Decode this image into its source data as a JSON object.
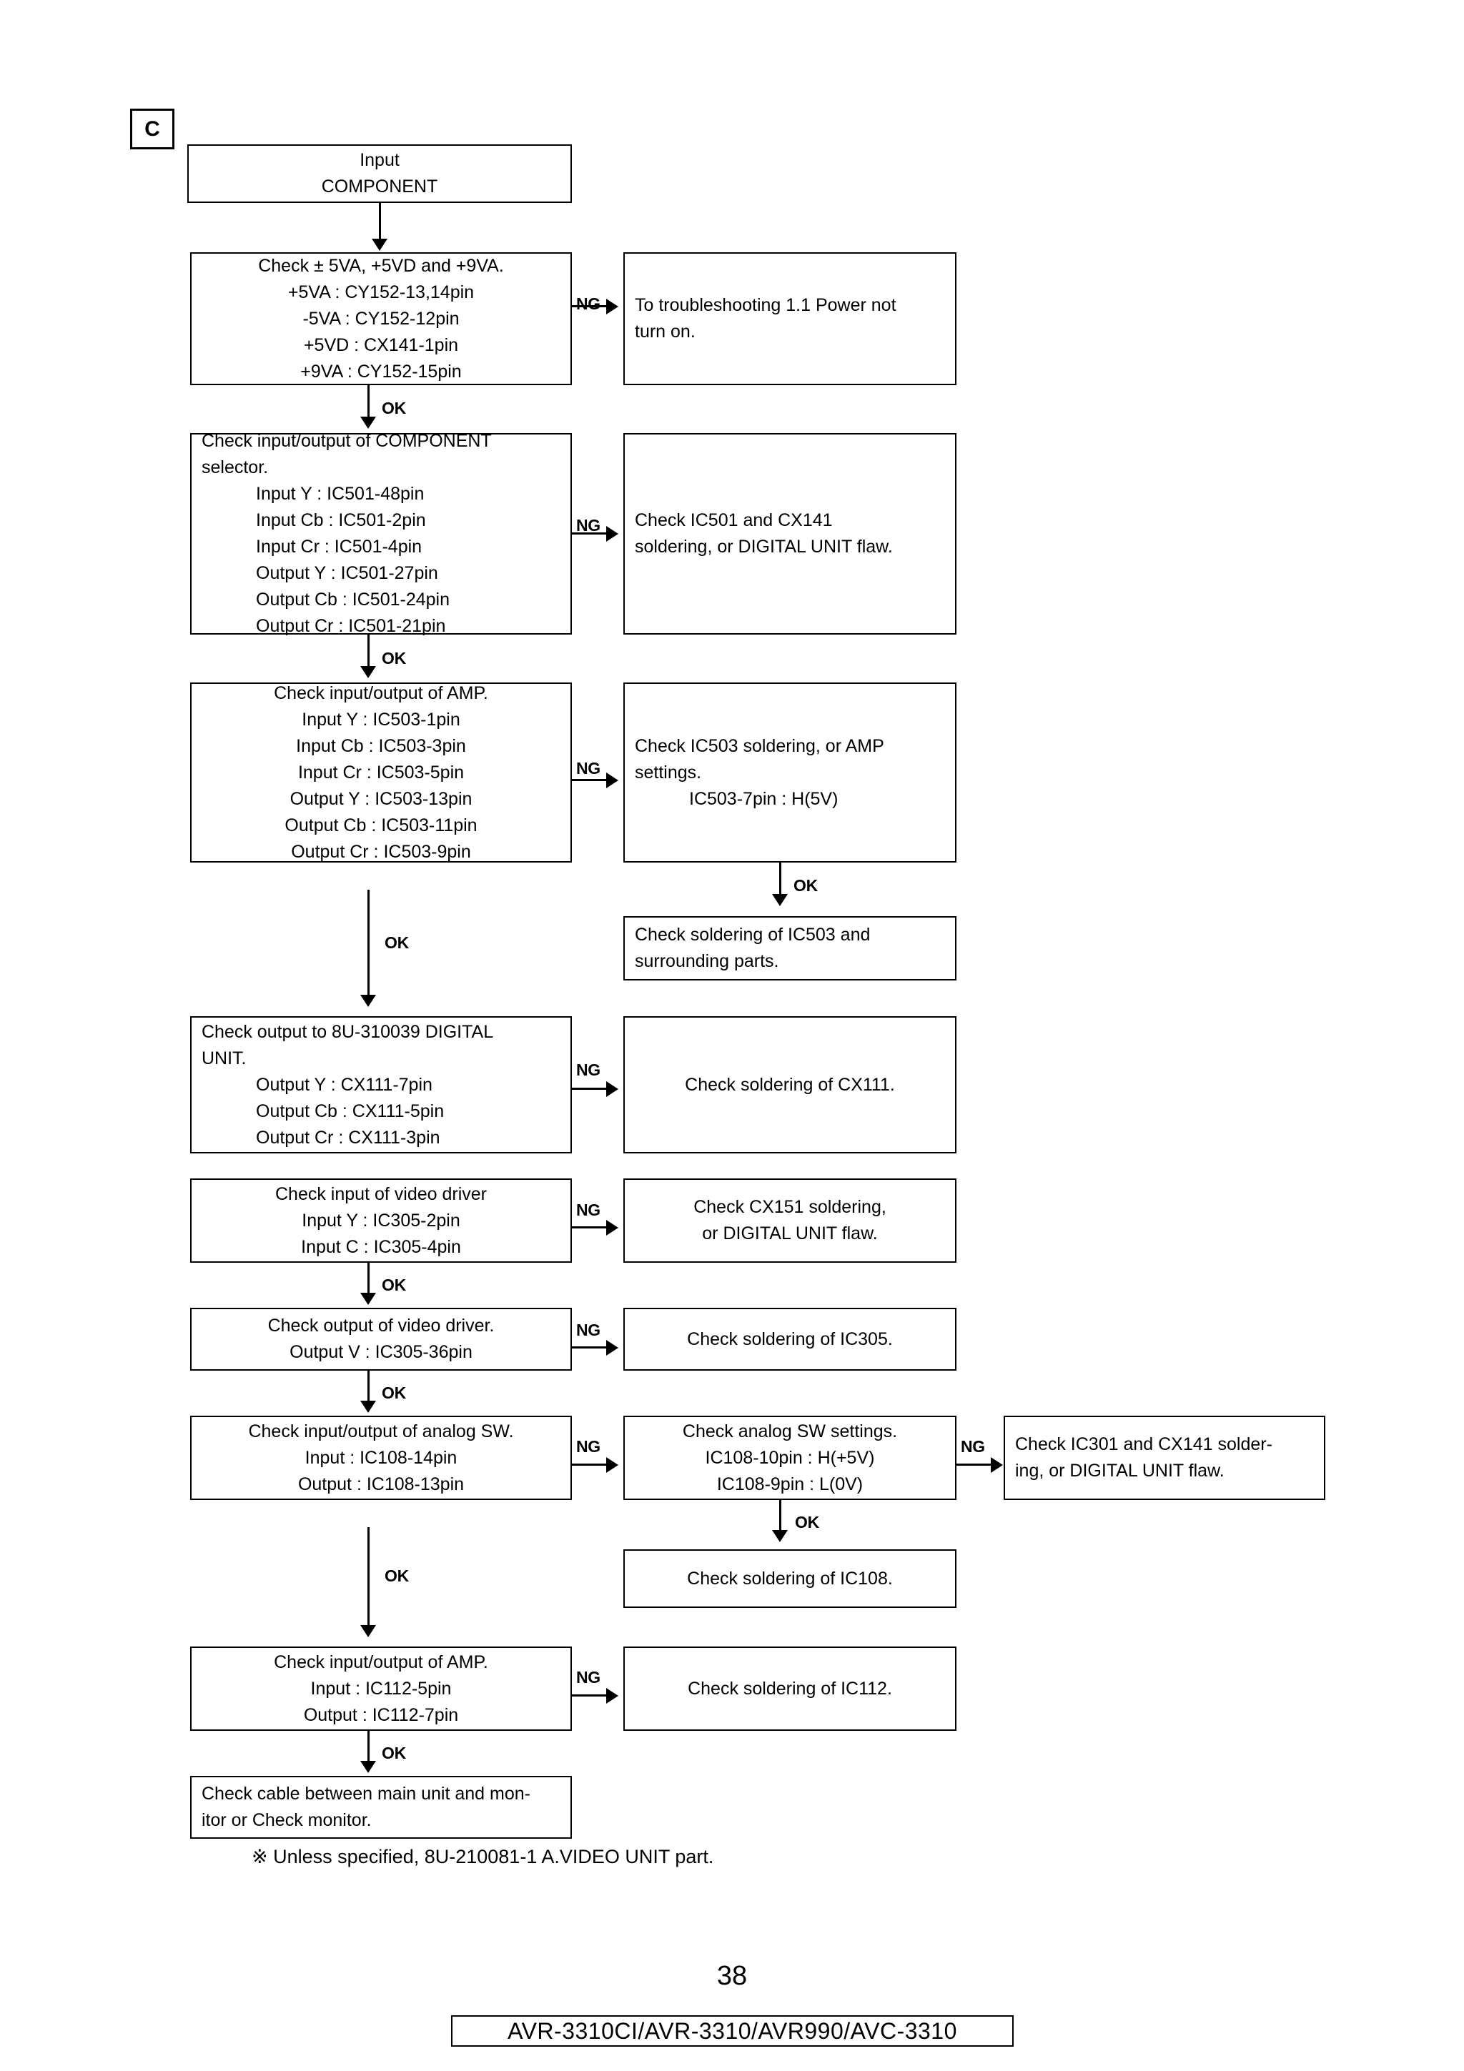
{
  "page": {
    "section_tag": "C",
    "page_number": "38",
    "model_bar": "AVR-3310CI/AVR-3310/AVR990/AVC-3310",
    "footnote": "※  Unless specified, 8U-210081-1 A.VIDEO UNIT part."
  },
  "edge_labels": {
    "ok": "OK",
    "ng": "NG"
  },
  "nodes": {
    "input": {
      "lines": [
        "Input",
        "COMPONENT"
      ]
    },
    "check_power": {
      "lines": [
        "Check ± 5VA, +5VD and +9VA.",
        "+5VA : CY152-13,14pin",
        "-5VA : CY152-12pin",
        "+5VD : CX141-1pin",
        "+9VA : CY152-15pin"
      ]
    },
    "power_ng": {
      "lines": [
        "To troubleshooting 1.1 Power not",
        "turn on."
      ]
    },
    "component_selector": {
      "lines": [
        "Check input/output of COMPONENT",
        "selector.",
        "Input Y : IC501-48pin",
        "Input Cb : IC501-2pin",
        "Input Cr : IC501-4pin",
        "Output Y : IC501-27pin",
        "Output Cb : IC501-24pin",
        "Output Cr : IC501-21pin"
      ]
    },
    "component_ng": {
      "lines": [
        "Check IC501 and CX141",
        "soldering, or DIGITAL UNIT flaw."
      ]
    },
    "amp_503": {
      "lines": [
        "Check input/output of AMP.",
        "Input Y : IC503-1pin",
        "Input Cb : IC503-3pin",
        "Input Cr : IC503-5pin",
        "Output Y : IC503-13pin",
        "Output Cb : IC503-11pin",
        "Output Cr : IC503-9pin"
      ]
    },
    "amp_503_ng": {
      "lines": [
        "Check IC503 soldering, or  AMP",
        "settings.",
        "IC503-7pin : H(5V)"
      ]
    },
    "amp_503_ng_ok": {
      "lines": [
        "Check soldering of IC503 and",
        "surrounding parts."
      ]
    },
    "digital_unit": {
      "lines": [
        "Check output to 8U-310039 DIGITAL",
        "UNIT.",
        "Output Y : CX111-7pin",
        "Output Cb : CX111-5pin",
        "Output Cr : CX111-3pin"
      ]
    },
    "digital_unit_ng": {
      "lines": [
        "Check soldering of CX111."
      ]
    },
    "video_in": {
      "lines": [
        "Check input of video driver",
        "Input Y : IC305-2pin",
        "Input C : IC305-4pin"
      ]
    },
    "video_in_ng": {
      "lines": [
        "Check CX151 soldering,",
        "or DIGITAL UNIT flaw."
      ]
    },
    "video_out": {
      "lines": [
        "Check output of video driver.",
        "Output V : IC305-36pin"
      ]
    },
    "video_out_ng": {
      "lines": [
        "Check soldering of IC305."
      ]
    },
    "analog_sw": {
      "lines": [
        "Check input/output of analog SW.",
        "Input : IC108-14pin",
        "Output : IC108-13pin"
      ]
    },
    "analog_sw_ng": {
      "lines": [
        "Check analog SW settings.",
        "IC108-10pin : H(+5V)",
        "IC108-9pin : L(0V)"
      ]
    },
    "analog_sw_ng2": {
      "lines": [
        "Check IC301 and CX141 solder-",
        "ing, or DIGITAL UNIT flaw."
      ]
    },
    "analog_sw_ng_ok": {
      "lines": [
        "Check soldering of IC108."
      ]
    },
    "amp_112": {
      "lines": [
        "Check input/output of AMP.",
        "Input : IC112-5pin",
        "Output : IC112-7pin"
      ]
    },
    "amp_112_ng": {
      "lines": [
        "Check soldering of IC112."
      ]
    },
    "final": {
      "lines": [
        "Check cable between main unit and mon-",
        "itor or Check monitor."
      ]
    }
  }
}
